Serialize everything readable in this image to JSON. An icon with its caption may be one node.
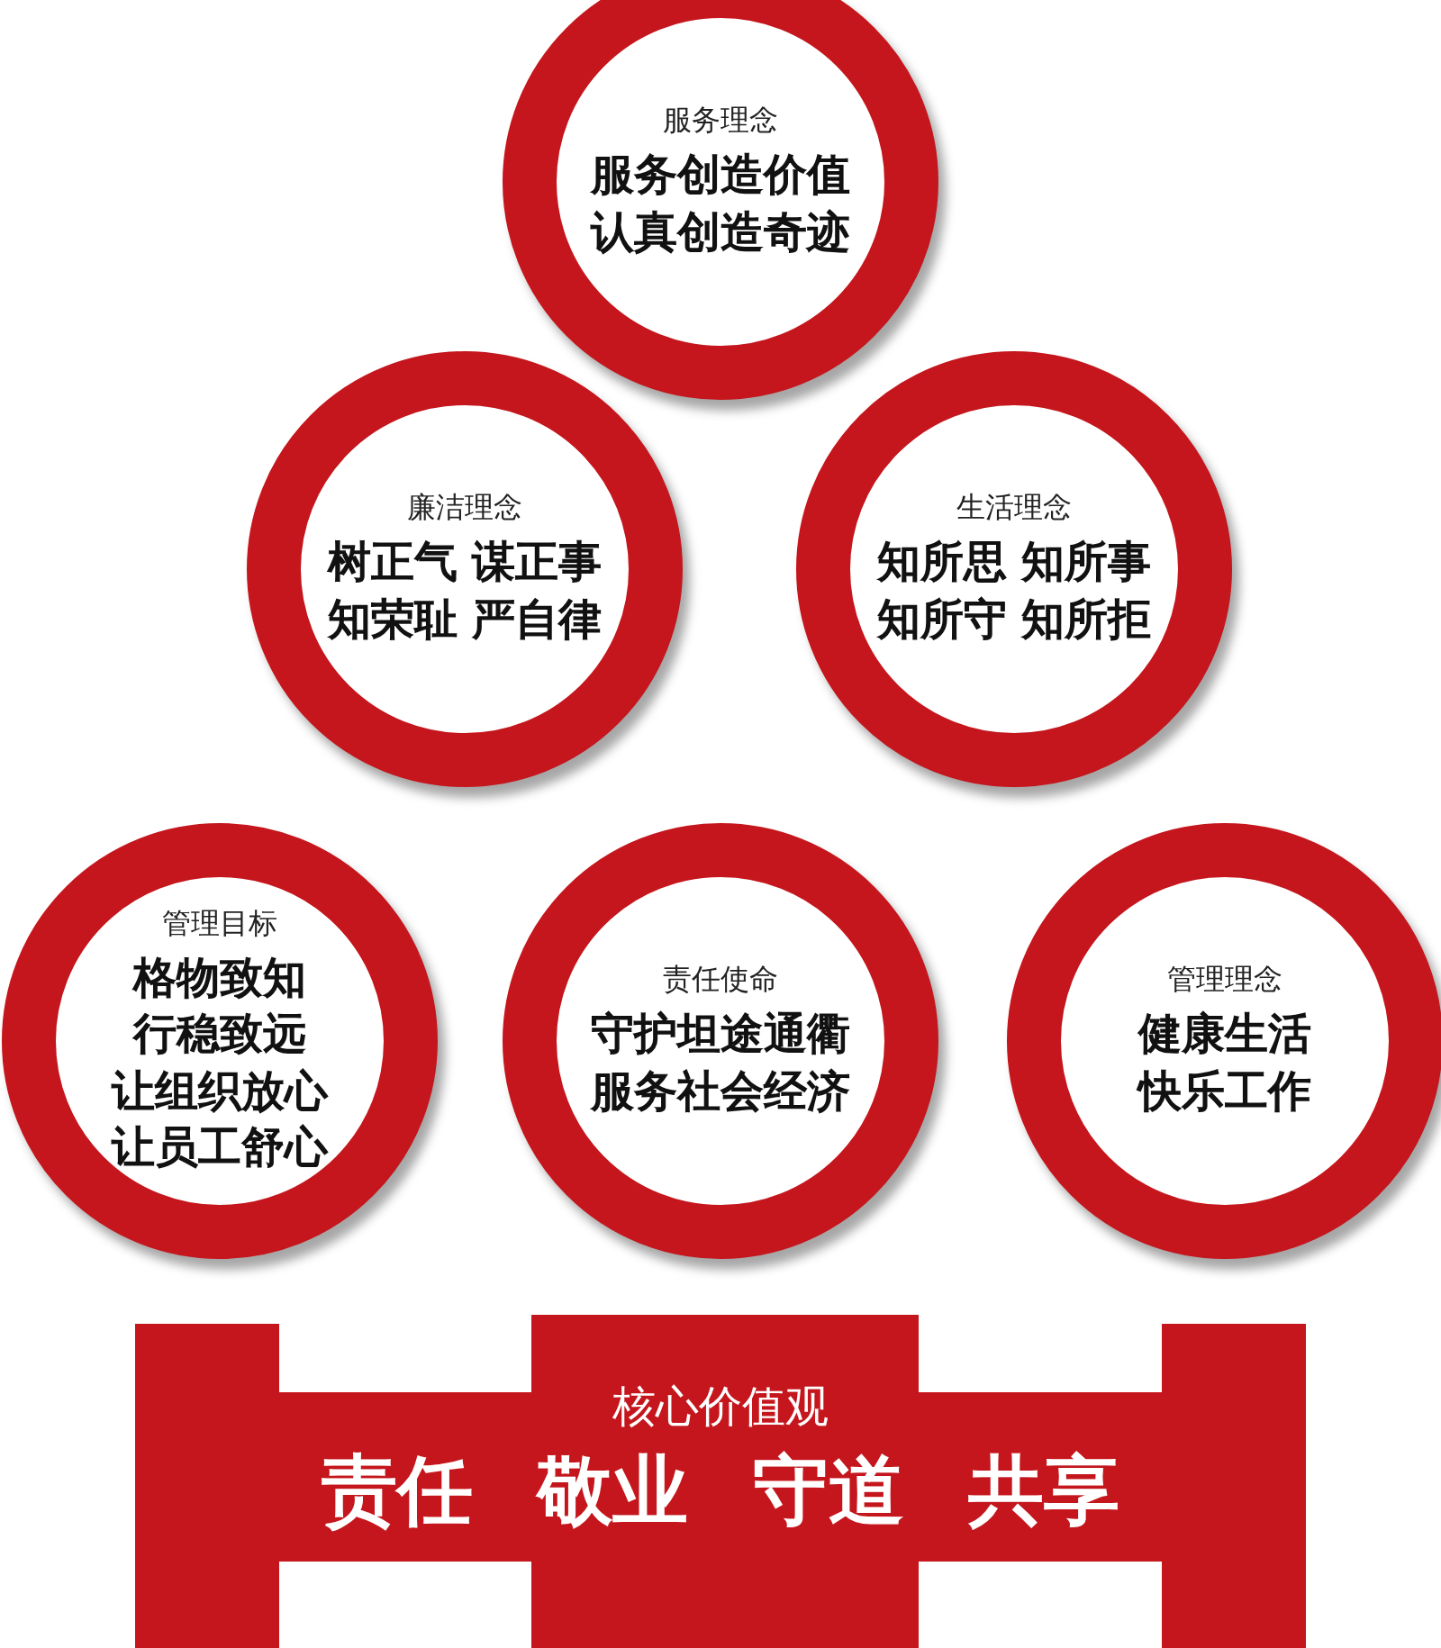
{
  "diagram": {
    "nodes": [
      {
        "text": [
          "服务理念",
          "服务创造价值认真创造奇迹"
        ]
      },
      {
        "text": [
          "廉洁理念",
          "树正气 谋正事知荣耻 严自律"
        ]
      },
      {
        "text": [
          "生活理念",
          "知所思 知所事知所守 知所拒"
        ]
      },
      {
        "text": [
          "管理目标",
          "格物致知行稳致远让组织放心让员工舒心"
        ]
      },
      {
        "text": [
          "责任使命",
          "守护坦途通衢服务社会经济"
        ]
      },
      {
        "text": [
          "管理理念",
          "健康生活快乐工作"
        ]
      },
      {
        "text": [
          "核心价值观",
          "责任 敬业 守道 共享"
        ]
      }
    ]
  }
}
